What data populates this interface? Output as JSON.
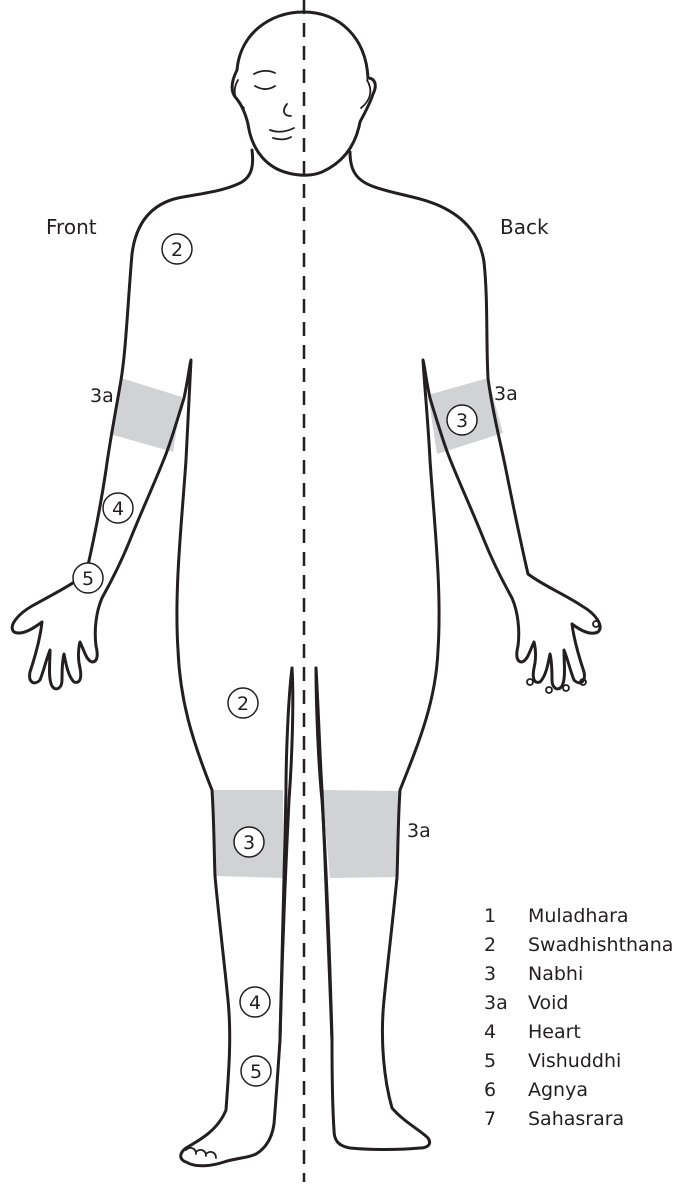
{
  "diagram": {
    "side_labels": {
      "front": "Front",
      "back": "Back"
    },
    "zone_markers": {
      "front_shoulder": "2",
      "front_arm_void": "3a",
      "front_forearm": "4",
      "front_wrist": "5",
      "front_thigh": "2",
      "front_knee": "3",
      "front_shin": "4",
      "front_ankle": "5",
      "back_arm": "3",
      "back_arm_void": "3a",
      "back_knee_void": "3a"
    },
    "legend": [
      {
        "num": "1",
        "name": "Muladhara"
      },
      {
        "num": "2",
        "name": "Swadhishthana"
      },
      {
        "num": "3",
        "name": "Nabhi"
      },
      {
        "num": "3a",
        "name": "Void"
      },
      {
        "num": "4",
        "name": "Heart"
      },
      {
        "num": "5",
        "name": "Vishuddhi"
      },
      {
        "num": "6",
        "name": "Agnya"
      },
      {
        "num": "7",
        "name": "Sahasrara"
      }
    ],
    "colors": {
      "line": "#231f20",
      "band": "#d1d2d4",
      "background": "#ffffff"
    }
  }
}
